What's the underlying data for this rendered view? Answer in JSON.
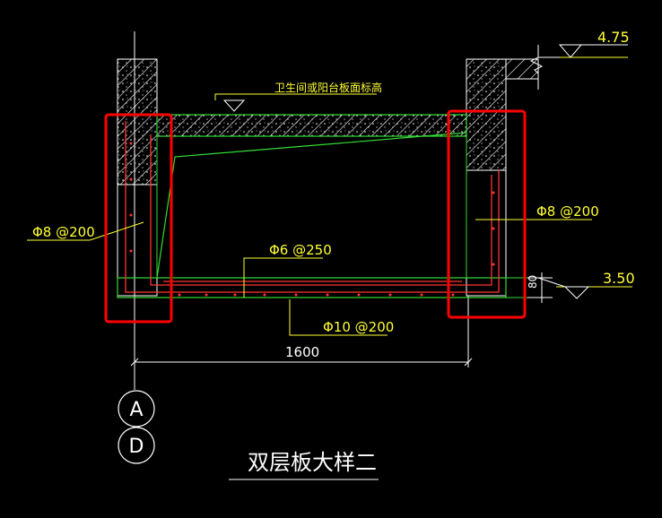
{
  "drawing": {
    "title": "双层板大样二",
    "floor_label": "卫生间或阳台板面标高",
    "elev_top": "4.75",
    "elev_bottom": "3.50",
    "rebar_left": "Φ8 @200",
    "rebar_right": "Φ8 @200",
    "rebar_mid": "Φ6 @250",
    "rebar_bottom": "Φ10 @200",
    "dim_width": "1600",
    "dim_thickness": "80",
    "axis_a": "A",
    "axis_d": "D"
  },
  "colors": {
    "background": "#000000",
    "concrete": "#ffffff",
    "slab_outline": "#33dd33",
    "rebar": "#ff3333",
    "annotation": "#ffff33",
    "dimension": "#ffffff",
    "highlight": "#ff0000"
  }
}
